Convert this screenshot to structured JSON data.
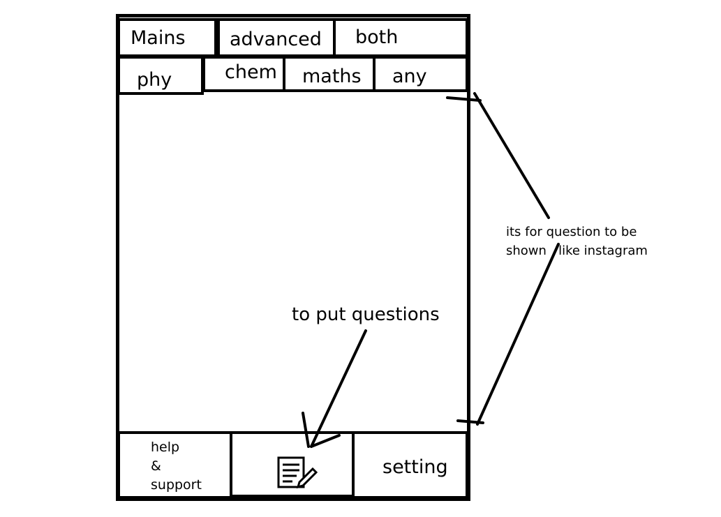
{
  "exam_tabs": {
    "mains": "Mains",
    "advanced": "advanced",
    "both": "both"
  },
  "subject_tabs": {
    "phy": "phy",
    "chem": "chem",
    "maths": "maths",
    "any": "any"
  },
  "bottom_bar": {
    "help_line1": "help",
    "help_line2": "&",
    "help_line3": "support",
    "compose_icon": "edit-document-icon",
    "setting": "setting"
  },
  "annotations": {
    "feed_note_line1": "its for question to be",
    "feed_note_line2": "shown   like instagram",
    "compose_note": "to put questions"
  }
}
